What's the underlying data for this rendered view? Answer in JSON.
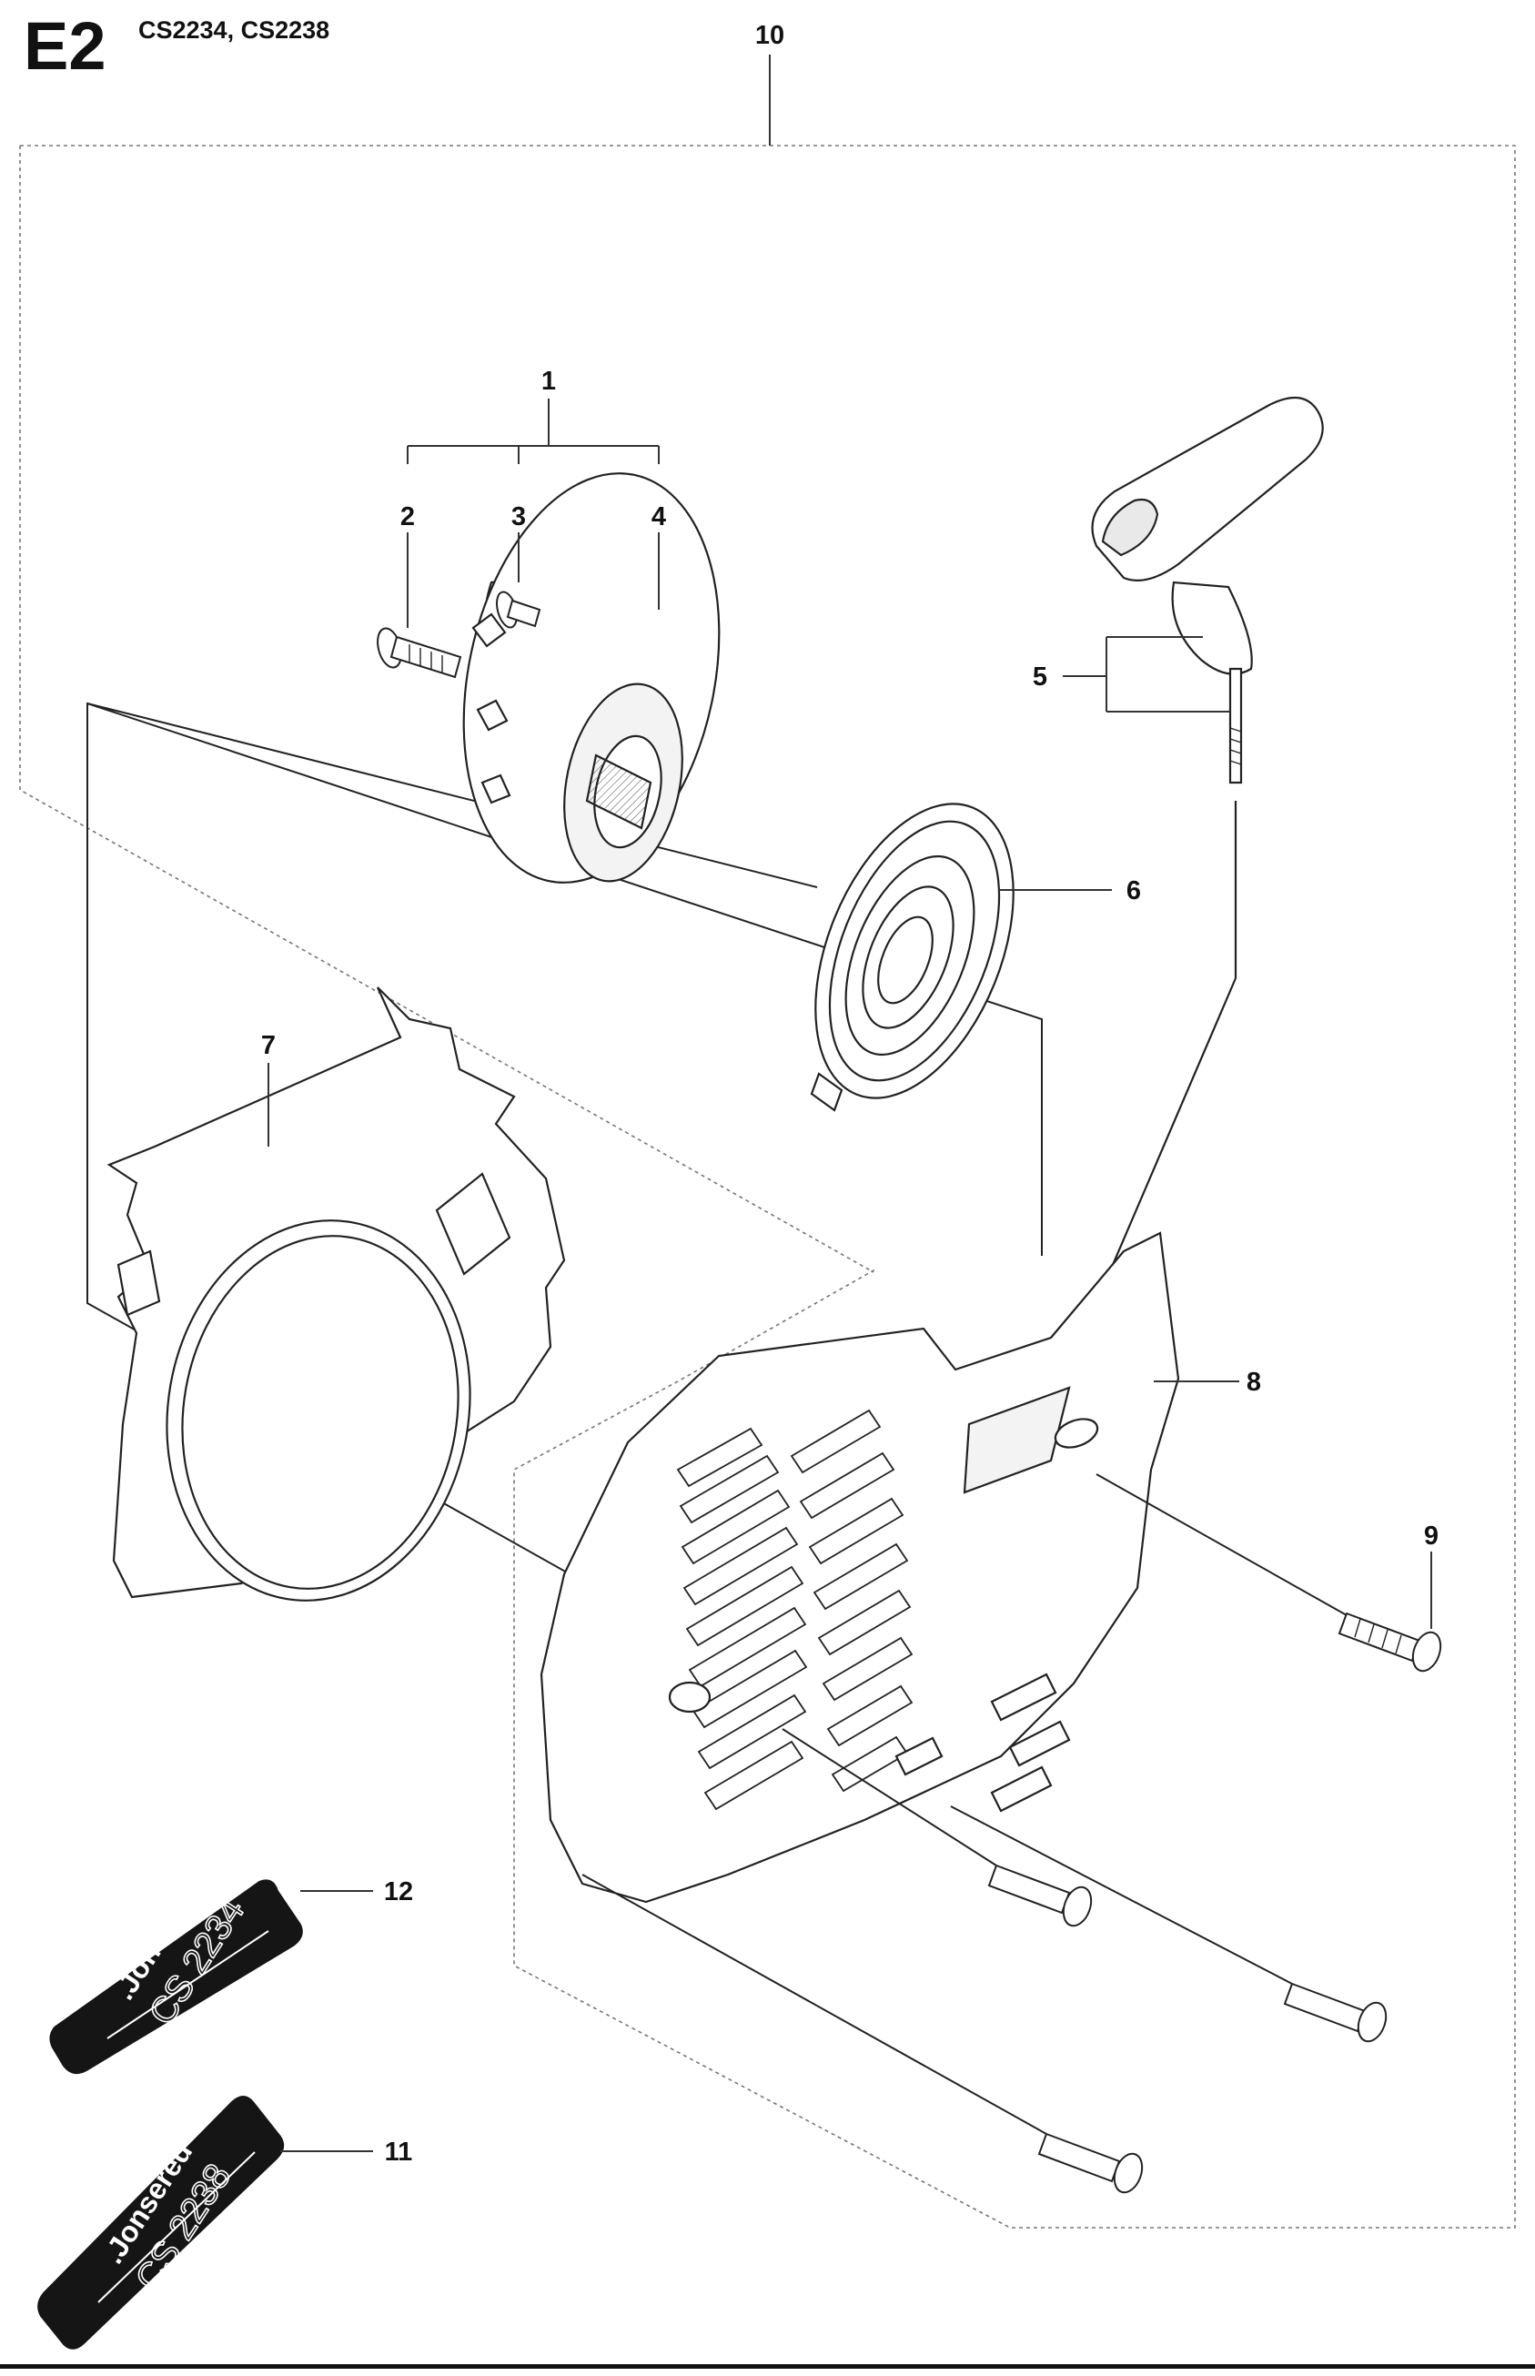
{
  "header": {
    "section_code": "E2",
    "models": "CS2234, CS2238"
  },
  "callouts": {
    "c1": "1",
    "c2": "2",
    "c3": "3",
    "c4": "4",
    "c5": "5",
    "c6": "6",
    "c7": "7",
    "c8": "8",
    "c9": "9",
    "c10": "10",
    "c11": "11",
    "c12": "12"
  },
  "decals": {
    "decal_12": {
      "brand": ".Jonsered",
      "model": "CS 2234"
    },
    "decal_11": {
      "brand": ".Jonsered",
      "model": "CS 2238"
    }
  }
}
